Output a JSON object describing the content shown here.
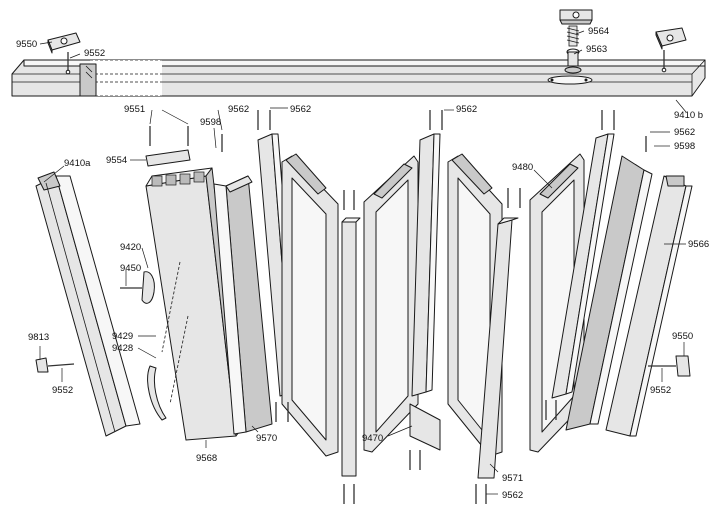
{
  "part_numbers": {
    "p9550a": "9550",
    "p9552a": "9552",
    "p9564": "9564",
    "p9563": "9563",
    "p9410b": "9410 b",
    "p9551": "9551",
    "p9562a": "9562",
    "p9562b": "9562",
    "p9562c": "9562",
    "p9562d": "9562",
    "p9562e": "9562",
    "p9598a": "9598",
    "p9598b": "9598",
    "p9554": "9554",
    "p9410a": "9410a",
    "p9480": "9480",
    "p9566": "9566",
    "p9420": "9420",
    "p9450": "9450",
    "p9429": "9429",
    "p9428": "9428",
    "p9813": "9813",
    "p9552b": "9552",
    "p9552c": "9552",
    "p9550b": "9550",
    "p9568": "9568",
    "p9570": "9570",
    "p9470": "9470",
    "p9571": "9571"
  }
}
